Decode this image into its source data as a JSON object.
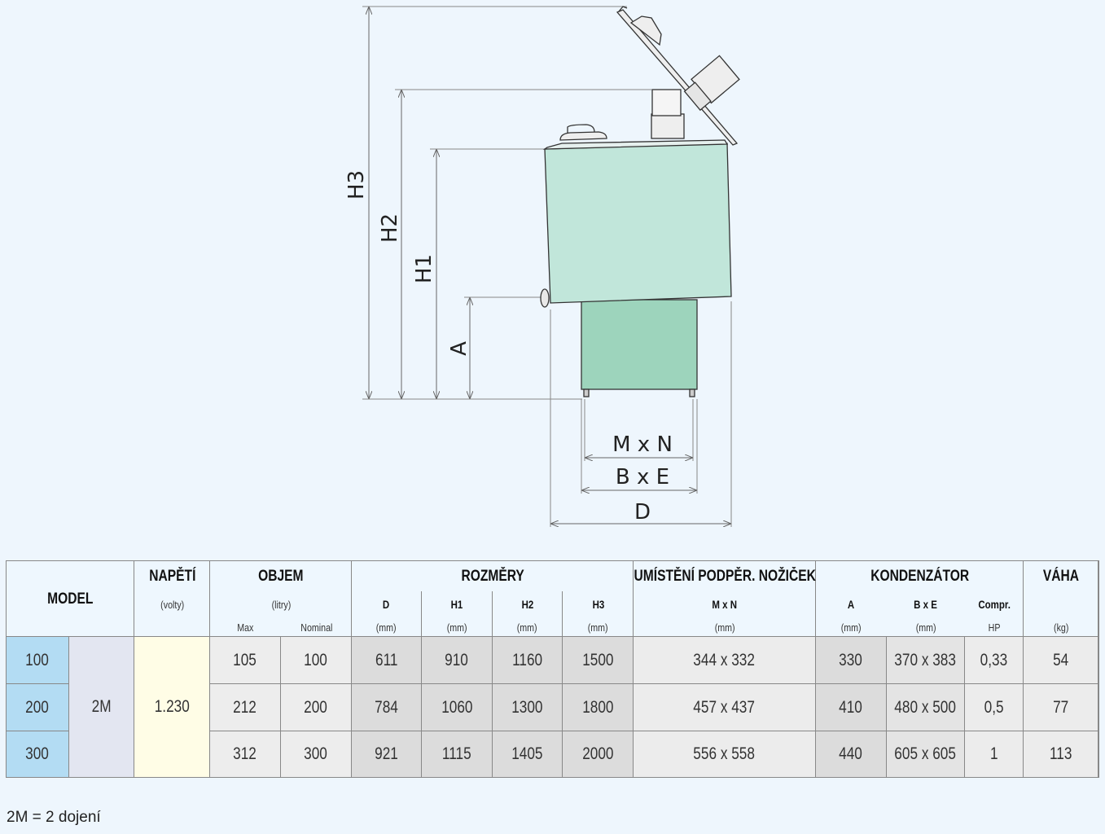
{
  "diagram": {
    "labels": {
      "h3": "H3",
      "h2": "H2",
      "h1": "H1",
      "a": "A",
      "mxn": "M x N",
      "bxe": "B x E",
      "d": "D"
    }
  },
  "table": {
    "headers": {
      "model": "MODEL",
      "napeti": "NAPĚTÍ",
      "napeti_unit": "(volty)",
      "objem": "OBJEM",
      "objem_unit": "(litry)",
      "max": "Max",
      "nominal": "Nominal",
      "rozmery": "ROZMĚRY",
      "d": "D",
      "h1": "H1",
      "h2": "H2",
      "h3": "H3",
      "mm": "(mm)",
      "umisteni": "UMÍSTĚNÍ PODPĚR. NOŽIČEK",
      "mxn": "M x N",
      "kondenzator": "KONDENZÁTOR",
      "a": "A",
      "bxe": "B x E",
      "compr": "Compr.",
      "hp": "HP",
      "vaha": "VÁHA",
      "kg": "(kg)"
    },
    "model_variant": "2M",
    "voltage": "1.230",
    "rows": [
      {
        "model": "100",
        "max": "105",
        "nominal": "100",
        "d": "611",
        "h1": "910",
        "h2": "1160",
        "h3": "1500",
        "mxn": "344 x 332",
        "a": "330",
        "bxe": "370 x 383",
        "compr": "0,33",
        "vaha": "54"
      },
      {
        "model": "200",
        "max": "212",
        "nominal": "200",
        "d": "784",
        "h1": "1060",
        "h2": "1300",
        "h3": "1800",
        "mxn": "457 x 437",
        "a": "410",
        "bxe": "480 x 500",
        "compr": "0,5",
        "vaha": "77"
      },
      {
        "model": "300",
        "max": "312",
        "nominal": "300",
        "d": "921",
        "h1": "1115",
        "h2": "1405",
        "h3": "2000",
        "mxn": "556 x 558",
        "a": "440",
        "bxe": "605 x 605",
        "compr": "1",
        "vaha": "113"
      }
    ]
  },
  "footnote": "2M = 2 dojení"
}
